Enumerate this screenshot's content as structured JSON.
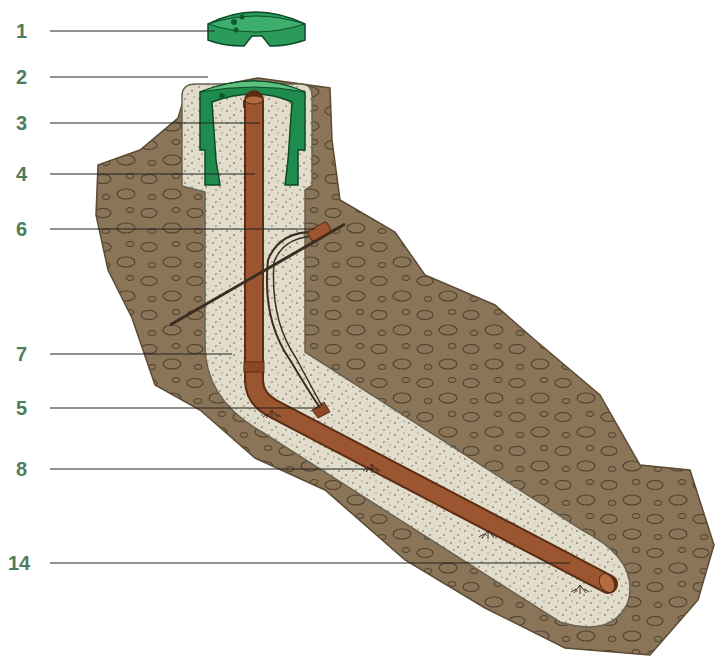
{
  "diagram": {
    "labels": [
      "1",
      "2",
      "3",
      "4",
      "6",
      "7",
      "5",
      "8",
      "14"
    ]
  }
}
